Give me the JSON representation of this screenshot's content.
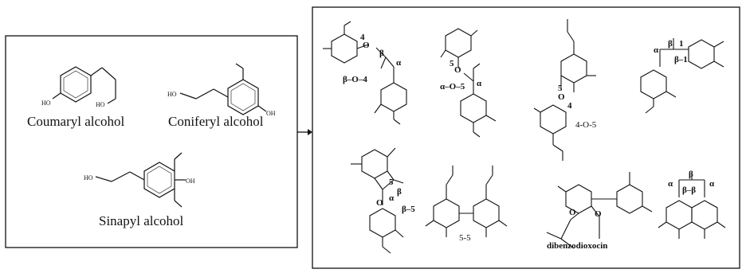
{
  "left_panel": {
    "monomers": [
      "Coumaryl alcohol",
      "Coniferyl alcohol",
      "Sinapyl alcohol"
    ],
    "atom_labels": {
      "ho_coumaryl_ring": "HO",
      "ho_coumaryl_chain": "HO",
      "ho_coniferyl_chain": "HO",
      "oh_coniferyl": "OH",
      "ho_sinapyl_chain": "HO",
      "oh_sinapyl": "OH"
    }
  },
  "right_panel": {
    "linkages": {
      "b_o_4": "β–O–4",
      "a_o_5": "α–O–5",
      "four_o_five": "4-O-5",
      "b_1": "β–1",
      "b_5": "β–5",
      "five_five": "5-5",
      "dibenzodioxocin": "dibenzodioxocin",
      "b_b": "β–β"
    },
    "position_labels": {
      "four": "4",
      "five": "5",
      "alpha": "α",
      "beta": "β",
      "one": "1"
    },
    "oxygen": "O"
  },
  "colors": {
    "line": "#111111",
    "background": "#ffffff"
  }
}
